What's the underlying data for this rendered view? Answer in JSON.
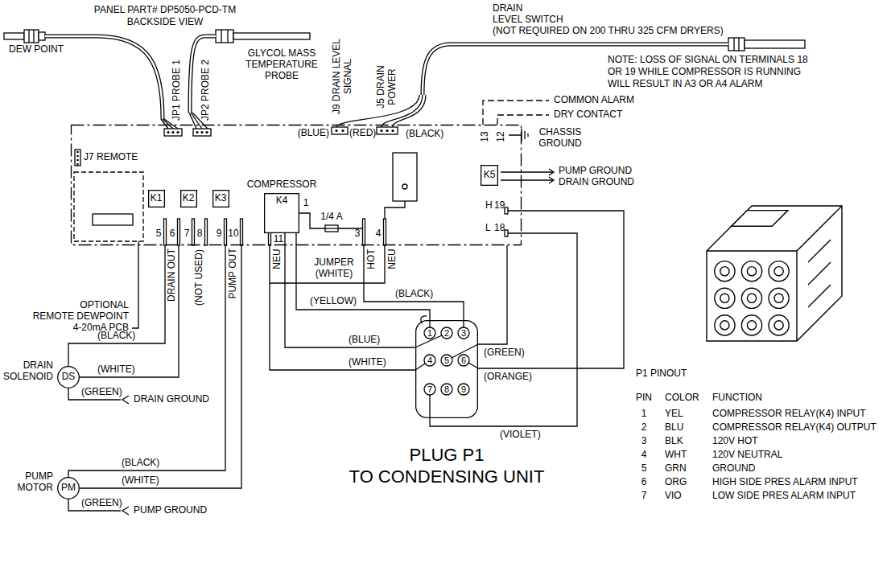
{
  "diagram": {
    "nodes": [
      {
        "text": [
          "PANEL PART# DP5050-PCD-TM",
          "BACKSIDE VIEW"
        ]
      },
      {
        "text": [
          "K1"
        ],
        "in": 0
      },
      {
        "text": [
          "K2"
        ],
        "in": 0
      },
      {
        "text": [
          "K3"
        ],
        "in": 0
      },
      {
        "text": [
          "COMPRESSOR",
          "K4"
        ],
        "in": 0
      },
      {
        "text": [
          "K5"
        ],
        "in": 0
      },
      {
        "text": [
          "DS"
        ]
      },
      {
        "text": [
          "PM"
        ]
      },
      {
        "text": [
          "PLUG P1",
          "TO CONDENSING UNIT"
        ]
      }
    ],
    "edges": [
      {
        "from": 6,
        "to": 0,
        "arrow": "none",
        "label": "(BLACK)"
      },
      {
        "from": 6,
        "to": 0,
        "arrow": "none",
        "label": "(WHITE)"
      },
      {
        "from": 7,
        "to": 0,
        "arrow": "none",
        "label": "(BLACK)"
      },
      {
        "from": 7,
        "to": 0,
        "arrow": "none",
        "label": "(WHITE)"
      },
      {
        "from": 4,
        "to": 8,
        "arrow": "none",
        "label": "(YELLOW)"
      },
      {
        "from": 4,
        "to": 8,
        "arrow": "none",
        "label": "(BLUE)"
      },
      {
        "from": 0,
        "to": 8,
        "arrow": "none",
        "label": "(WHITE)"
      },
      {
        "from": 0,
        "to": 8,
        "arrow": "none",
        "label": "(BLACK)"
      },
      {
        "from": 0,
        "to": 8,
        "arrow": "none",
        "label": "(GREEN)"
      },
      {
        "from": 0,
        "to": 8,
        "arrow": "none",
        "label": "(ORANGE)"
      },
      {
        "from": 0,
        "to": 8,
        "arrow": "none",
        "label": "(VIOLET)"
      }
    ],
    "labels": [
      "DEW POINT",
      "JP1 PROBE 1",
      "JP2 PROBE 2",
      "GLYCOL MASS TEMPERATURE PROBE",
      "J9 DRAIN LEVEL SIGNAL",
      "J5 DRAIN POWER",
      "(BLUE)",
      "(RED)",
      "(BLACK)",
      "DRAIN",
      "LEVEL SWITCH",
      "(NOT REQUIRED ON 200 THRU 325 CFM DRYERS)",
      "NOTE: LOSS OF SIGNAL ON TERMINALS 18",
      "OR 19 WHILE COMPRESSOR IS RUNNING",
      "WILL RESULT IN A3 OR A4 ALARM",
      "COMMON ALARM",
      "DRY CONTACT",
      "12",
      "13",
      "CHASSIS GROUND",
      "PUMP GROUND",
      "DRAIN GROUND",
      "H",
      "19",
      "L",
      "18",
      "J7 REMOTE",
      "5",
      "6",
      "7",
      "8",
      "9",
      "10",
      "1",
      "11",
      "1/4 A",
      "3",
      "4",
      "NEU",
      "HOT",
      "NEU",
      "DRAIN OUT",
      "(NOT USED)",
      "PUMP OUT",
      "OPTIONAL",
      "REMOTE DEWPOINT",
      "4-20mA PCB",
      "JUMPER",
      "(WHITE)",
      "DRAIN",
      "SOLENOID",
      "(GREEN)",
      "DRAIN GROUND",
      "PUMP",
      "MOTOR",
      "(GREEN)",
      "PUMP GROUND",
      "1",
      "2",
      "3",
      "4",
      "5",
      "6",
      "7",
      "8",
      "9",
      "P1 PINOUT",
      "PIN",
      "COLOR",
      "FUNCTION",
      "1",
      "YEL",
      "COMPRESSOR RELAY(K4) INPUT",
      "2",
      "BLU",
      "COMPRESSOR RELAY(K4) OUTPUT",
      "3",
      "BLK",
      "120V HOT",
      "4",
      "WHT",
      "120V NEUTRAL",
      "5",
      "GRN",
      "GROUND",
      "6",
      "ORG",
      "HIGH SIDE PRES ALARM INPUT",
      "7",
      "VIO",
      "LOW SIDE PRES ALARM INPUT"
    ]
  }
}
